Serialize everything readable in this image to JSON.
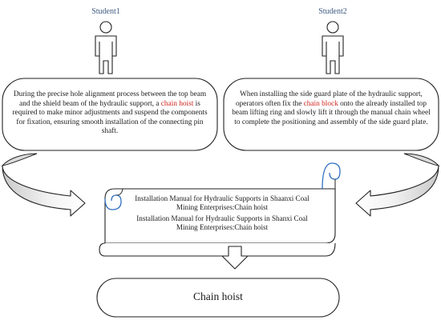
{
  "student1": {
    "name": "Student1",
    "text_before": "During the precise hole alignment process between the top beam and the shield beam of the hydraulic support, a ",
    "highlight": "chain hoist",
    "text_after": " is required to make minor adjustments and suspend the components for fixation, ensuring smooth installation of the connecting pin shaft."
  },
  "student2": {
    "name": "Student2",
    "text_before": "When installing the side guard plate of the hydraulic support, operators often fix the ",
    "highlight": "chain block",
    "text_after": " onto the already installed top beam lifting ring and slowly lift it through the manual chain wheel to complete the positioning and assembly of the side guard plate."
  },
  "scroll": {
    "line1": "Installation Manual for Hydraulic Supports in Shaanxi Coal Mining Enterprises:Chain hoist",
    "line2": "Installation Manual for Hydraulic Supports in Shanxi Coal Mining Enterprises:Chain hoist"
  },
  "result": {
    "label": "Chain hoist"
  },
  "colors": {
    "highlight": "#d0241c",
    "student_label": "#3d5a80",
    "scroll_curl": "#2f6fc0",
    "stroke": "#222222"
  },
  "icons": {
    "student": "person-outline-icon",
    "curved_arrow": "curved-arrow-icon",
    "down_arrow": "down-arrow-icon"
  }
}
